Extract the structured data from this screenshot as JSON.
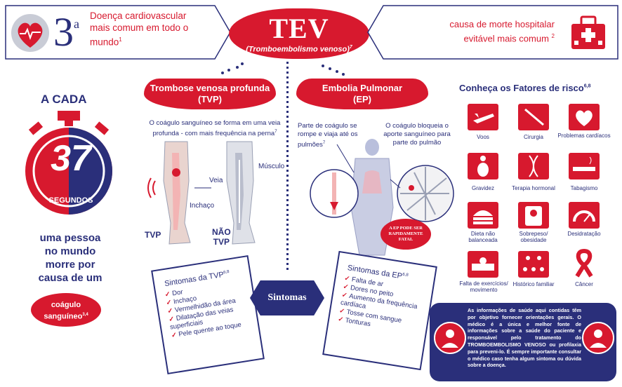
{
  "top_left": {
    "number": "3",
    "suffix": "a",
    "line1": "Doença cardiovascular",
    "line2": "mais comum em todo o",
    "line3": "mundo",
    "sup": "1"
  },
  "tev": {
    "title": "TEV",
    "subtitle": "(Tromboembolismo venoso)",
    "sup": "7"
  },
  "top_right": {
    "line1": "causa de morte hospitalar",
    "line2": "evitável mais comum",
    "sup": "2"
  },
  "tvp": {
    "title": "Trombose venosa profunda",
    "abbr": "(TVP)",
    "desc": "O coágulo sanguíneo se forma em uma veia profunda - com mais frequência na perna",
    "desc_sup": "7",
    "label_veia": "Veia",
    "label_musculo": "Músculo",
    "label_inchaco": "Inchaço",
    "label_tvp": "TVP",
    "label_nao": "NÃO",
    "label_tvp2": "TVP"
  },
  "ep": {
    "title": "Embolia Pulmonar",
    "abbr": "(EP)",
    "desc1": "Parte de coágulo se rompe e viaja até os pulmões",
    "desc1_sup": "7",
    "desc2": "O coágulo bloqueia o aporte sanguíneo para parte do pulmão",
    "fatal": "A EP PODE SER RAPIDAMENTE FATAL"
  },
  "left": {
    "a_cada": "A CADA",
    "number": "37",
    "segundos": "SEGUNDOS",
    "line1": "uma pessoa",
    "line2": "no mundo",
    "line3": "morre por",
    "line4": "causa de um",
    "pill1": "coágulo",
    "pill2": "sanguíneo",
    "pill_sup": "3,4"
  },
  "risk": {
    "title": "Conheça os Fatores de risco",
    "sup": "6,8",
    "items": [
      "Voos",
      "Cirurgia",
      "Problemas cardíacos",
      "Gravidez",
      "Terapia hormonal",
      "Tabagismo",
      "Dieta não balanceada",
      "Sobrepeso/ obesidade",
      "Desidratação",
      "Falta de exercícios/ movimento",
      "Histórico familiar",
      "Câncer"
    ]
  },
  "symptoms": {
    "label": "Sintomas",
    "tvp_title": "Sintomas da TVP",
    "tvp_sup": "6,8",
    "tvp_items": [
      "Dor",
      "Inchaço",
      "Vermelhidão da área",
      "Dilatação das veias superficiais",
      "Pele quente ao toque"
    ],
    "ep_title": "Sintomas da EP",
    "ep_sup": "6,8",
    "ep_items": [
      "Falta de ar",
      "Dores no peito",
      "Aumento da frequência cardíaca",
      "Tosse com sangue",
      "Tonturas"
    ]
  },
  "info": {
    "text": "As informações de saúde aqui contidas têm por objetivo fornecer orientações gerais. O médico é a única e melhor fonte de informações sobre a saúde do paciente e responsável pelo tratamento do TROMBOEMBOLISMO VENOSO ou profilaxia para preveni-lo. É sempre importante consultar o médico caso tenha algum sintoma ou dúvida sobre a doença."
  },
  "colors": {
    "red": "#d7192e",
    "navy": "#2a2f7a"
  }
}
